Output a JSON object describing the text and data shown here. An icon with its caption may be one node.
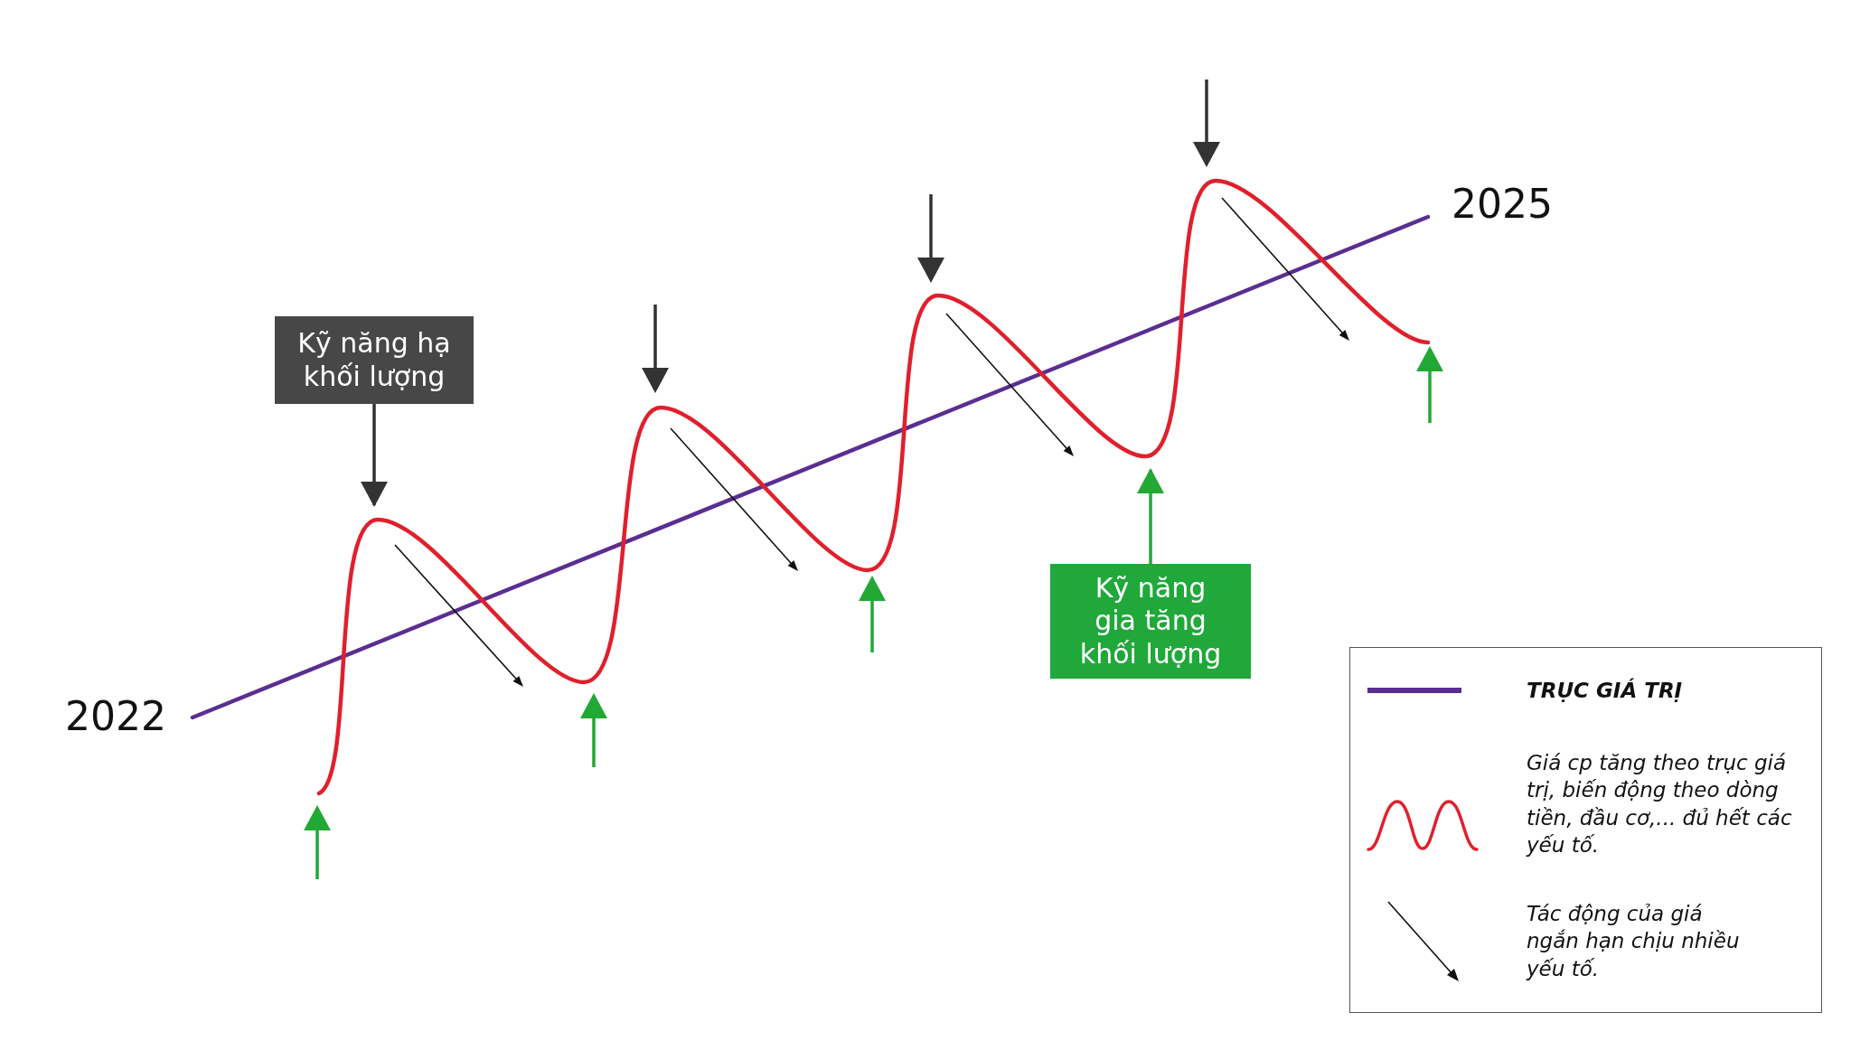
{
  "diagram": {
    "nodes": [
      {
        "text": [
          "Kỹ năng hạ khối lượng"
        ]
      },
      {
        "text": [
          "Kỹ năng gia tăng khối lượng"
        ]
      }
    ],
    "edges": [
      {
        "from": 0,
        "to": null,
        "arrow": "to",
        "color": "#333333"
      },
      {
        "from": 1,
        "to": null,
        "arrow": "to",
        "color": "#22a834"
      }
    ],
    "labels": [
      "2022",
      "2025"
    ],
    "legend": [
      {
        "text": "TRỤC GIÁ TRỊ"
      },
      {
        "text": "Giá cp tăng theo trục giá trị, biến động theo dòng tiền, đầu cơ,... đủ hết các yếu tố."
      },
      {
        "text": "Tác động của giá ngắn hạn chịu nhiều yếu tố."
      }
    ]
  }
}
